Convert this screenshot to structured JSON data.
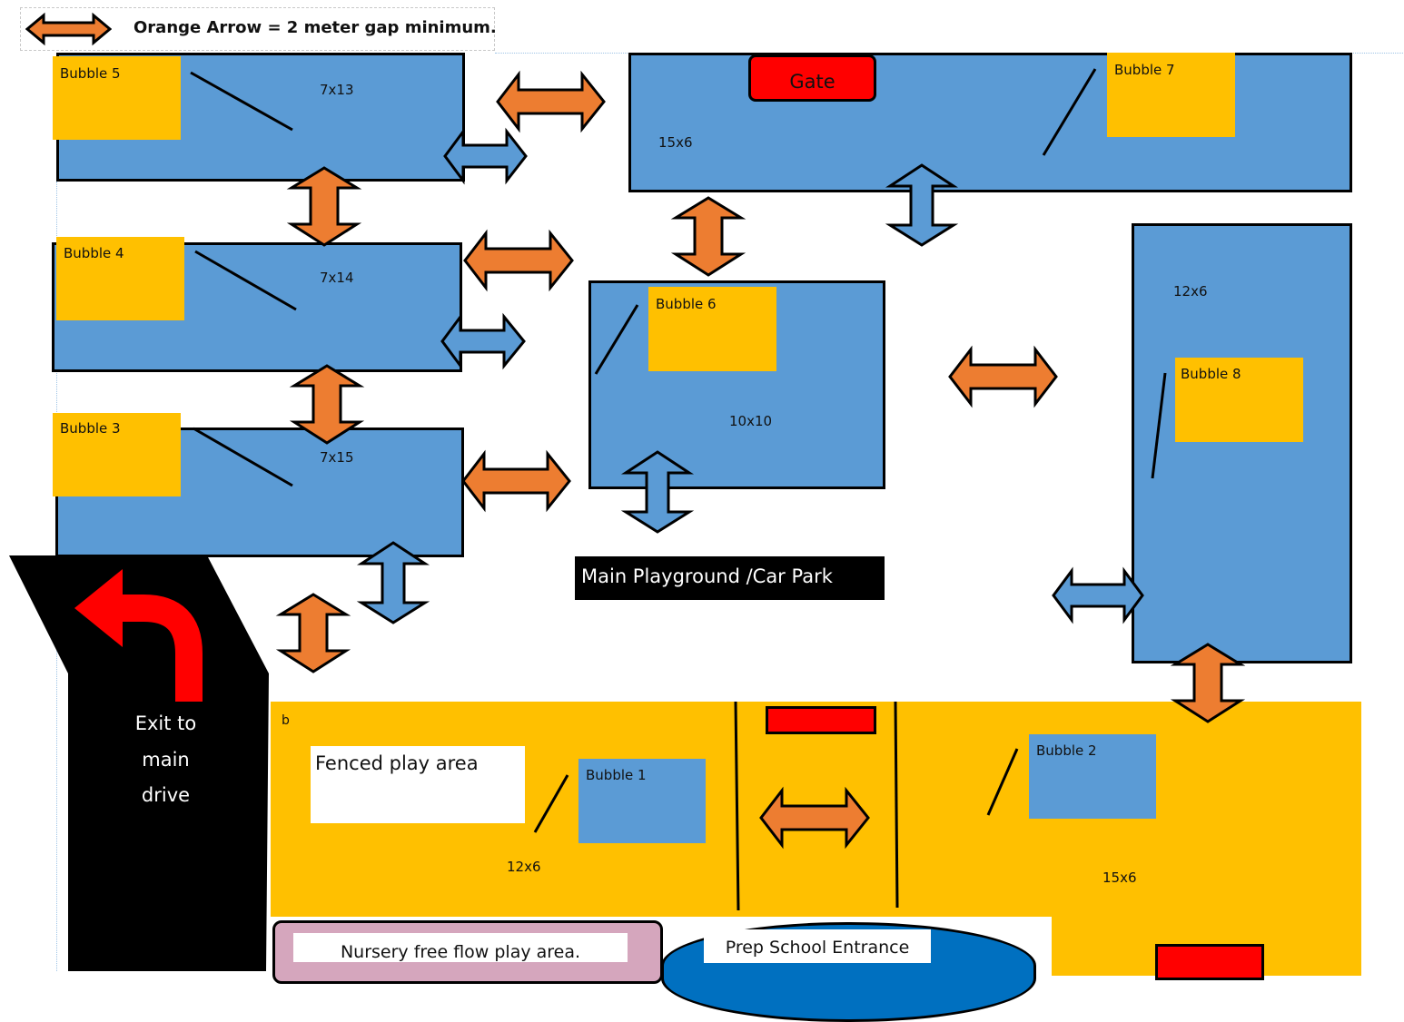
{
  "legend": {
    "text": "Orange Arrow = 2 meter gap minimum."
  },
  "bubbles": {
    "b1": {
      "label": "Bubble 1",
      "dims": "12x6"
    },
    "b2": {
      "label": "Bubble 2",
      "dims": "15x6"
    },
    "b3": {
      "label": "Bubble 3",
      "dims": "7x15"
    },
    "b4": {
      "label": "Bubble 4",
      "dims": "7x14"
    },
    "b5": {
      "label": "Bubble 5",
      "dims": "7x13"
    },
    "b6": {
      "label": "Bubble 6",
      "dims": "10x10"
    },
    "b7": {
      "label": "Bubble 7",
      "dims": "15x6"
    },
    "b8": {
      "label": "Bubble 8",
      "dims": "12x6"
    }
  },
  "gate": {
    "label": "Gate"
  },
  "main_playground": {
    "label": "Main Playground /Car Park"
  },
  "exit": {
    "line1": "Exit to",
    "line2": "main",
    "line3": "drive"
  },
  "fenced": {
    "label": "Fenced play area",
    "marker": "b"
  },
  "nursery": {
    "label": "Nursery free flow play area."
  },
  "prep": {
    "label": "Prep School Entrance"
  },
  "colors": {
    "bubble_blue": "#5b9bd5",
    "area_yellow": "#ffc000",
    "arrow_orange": "#ed7d31",
    "gate_red": "#ff0000",
    "nursery_pink": "#d5a6bd",
    "prep_blue": "#0070c0"
  }
}
